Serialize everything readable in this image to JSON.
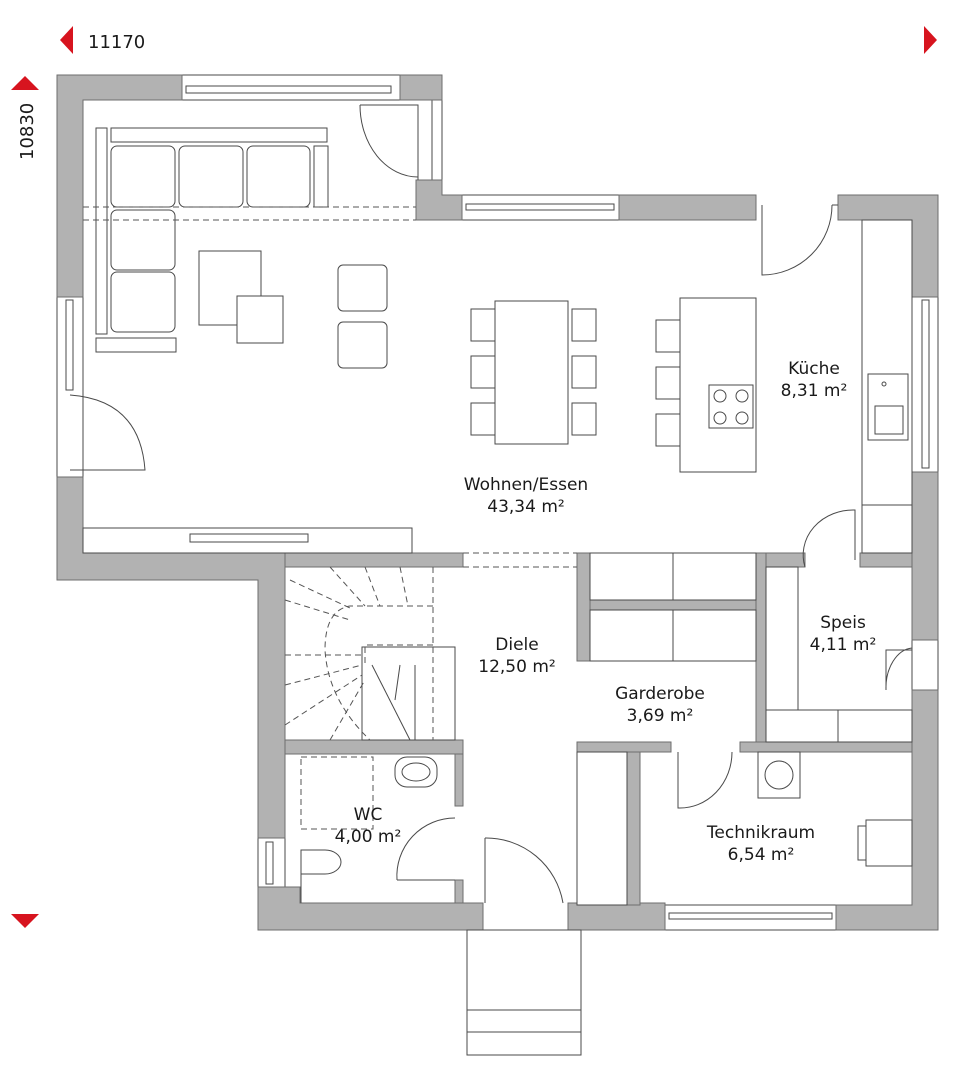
{
  "dimensions": {
    "width": "11170",
    "depth": "10830"
  },
  "colors": {
    "accent": "#d7141f",
    "wall": "#b2b2b2"
  },
  "rooms": [
    {
      "name": "Wohnen/Essen",
      "area": "43,34 m²"
    },
    {
      "name": "Küche",
      "area": "8,31 m²"
    },
    {
      "name": "Diele",
      "area": "12,50 m²"
    },
    {
      "name": "Garderobe",
      "area": "3,69 m²"
    },
    {
      "name": "Speis",
      "area": "4,11 m²"
    },
    {
      "name": "WC",
      "area": "4,00 m²"
    },
    {
      "name": "Technikraum",
      "area": "6,54 m²"
    }
  ]
}
